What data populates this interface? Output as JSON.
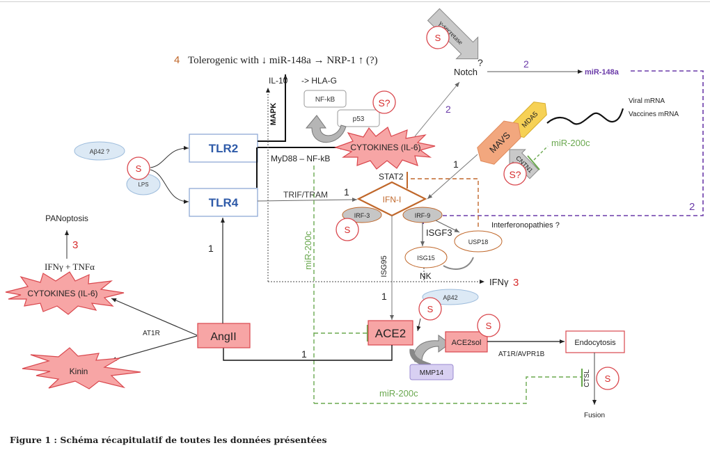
{
  "caption": "Figure 1 : Schéma récapitulatif de toutes les données présentées",
  "headline": {
    "number": "4",
    "text": "Tolerogenic with ↓ miR-148a → NRP-1 ↑ (?)"
  },
  "colors": {
    "red_text": "#d62b2b",
    "orange": "#c0672a",
    "purple": "#6a3aa8",
    "green": "#6aa84f",
    "tlr_blue": "#2e5aa8",
    "box_red_fill": "#f7a5a5",
    "box_red_stroke": "#d9474d",
    "mavs": "#f2a77e",
    "mda5": "#f6d155",
    "mmp14": "#d8d0f2"
  },
  "nodes": {
    "tlr2": "TLR2",
    "tlr4": "TLR4",
    "ab42_q": "Aβ42 ?",
    "lps": "LPS",
    "s": "S",
    "s_q": "S?",
    "il10": "IL-10",
    "hla_g": "-> HLA-G",
    "mapk": "MAPK",
    "nfkb": "NF-kB",
    "p53": "p53",
    "cytokines": "CYTOKINES (IL-6)",
    "myd88": "MyD88 – NF-kB",
    "trif": "TRIF/TRAM",
    "gamma_secretase": "γ-secretase",
    "notch": "Notch",
    "notch_q": "?",
    "mir148a": "miR-148a",
    "mda5": "MDA5",
    "mavs": "MAVS",
    "cntn1": "CNTN1",
    "viral_mrna": "Viral mRNA",
    "vaccines_mrna": "Vaccines mRNA",
    "mir200c": "miR-200c",
    "stat2": "STAT2",
    "ifn_i": "IFN-I",
    "irf3": "IRF-3",
    "irf9": "IRF-9",
    "isgf3": "ISGF3",
    "usp18": "USP18",
    "isg15": "ISG15",
    "isg95": "ISG95",
    "nk": "NK",
    "ifng": "IFNγ",
    "interferonopathies": "Interferonopathies ?",
    "panoptosis": "PANoptosis",
    "ifng_tnfa": "IFNγ + TNFα",
    "kinin": "Kinin",
    "at1r": "AT1R",
    "angii": "AngII",
    "ace2": "ACE2",
    "ab42": "Aβ42",
    "ace2sol": "ACE2sol",
    "mmp14": "MMP14",
    "at1r_avpr1b": "AT1R/AVPR1B",
    "endocytosis": "Endocytosis",
    "ctsl": "CTSL",
    "fusion": "Fusion"
  },
  "labels": {
    "one": "1",
    "two": "2",
    "three": "3"
  }
}
